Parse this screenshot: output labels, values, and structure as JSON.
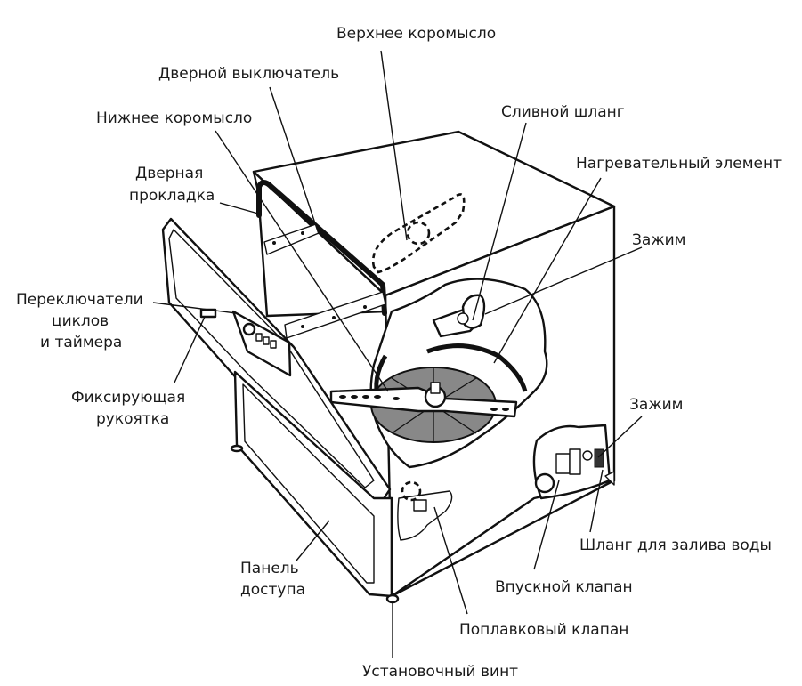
{
  "diagram": {
    "subject": "Посудомоечная машина — основные компоненты",
    "labels": {
      "upper_spray_arm": "Верхнее коромысло",
      "door_switch": "Дверной выключатель",
      "lower_spray_arm": "Нижнее коромысло",
      "door_gasket_l1": "Дверная",
      "door_gasket_l2": "прокладка",
      "drain_hose": "Сливной шланг",
      "heating_element": "Нагревательный элемент",
      "clamp_upper": "Зажим",
      "cycle_switches_l1": "Переключатели",
      "cycle_switches_l2": "циклов",
      "cycle_switches_l3": "и таймера",
      "latch_handle_l1": "Фиксирующая",
      "latch_handle_l2": "рукоятка",
      "clamp_lower": "Зажим",
      "fill_hose": "Шланг для залива воды",
      "inlet_valve": "Впускной клапан",
      "access_panel_l1": "Панель",
      "access_panel_l2": "доступа",
      "float_valve": "Поплавковый клапан",
      "leveling_screw": "Установочный винт"
    }
  }
}
